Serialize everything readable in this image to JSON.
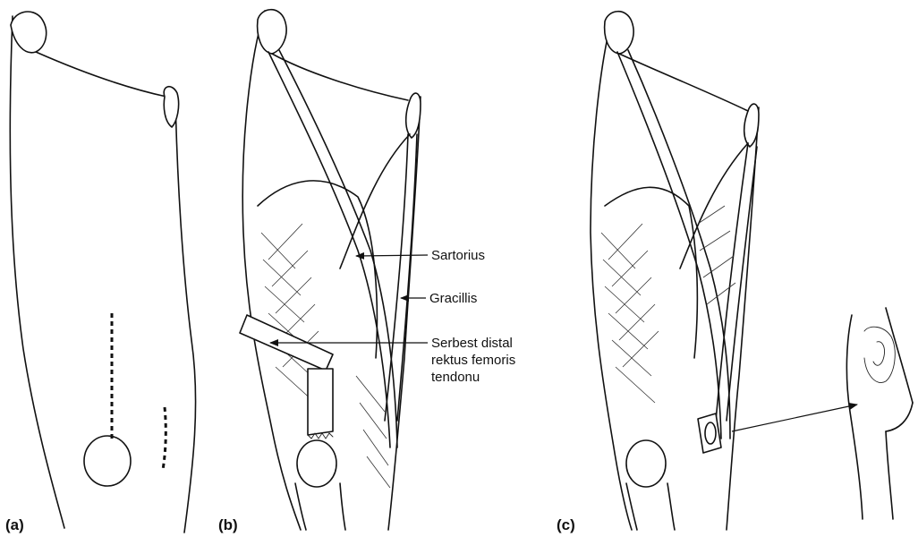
{
  "panels": {
    "a": {
      "label": "(a)"
    },
    "b": {
      "label": "(b)",
      "annotations": {
        "sartorius": "Sartorius",
        "gracillis": "Gracillis",
        "tendon_line1": "Serbest distal",
        "tendon_line2": "rektus femoris",
        "tendon_line3": "tendonu"
      }
    },
    "c": {
      "label": "(c)"
    }
  }
}
